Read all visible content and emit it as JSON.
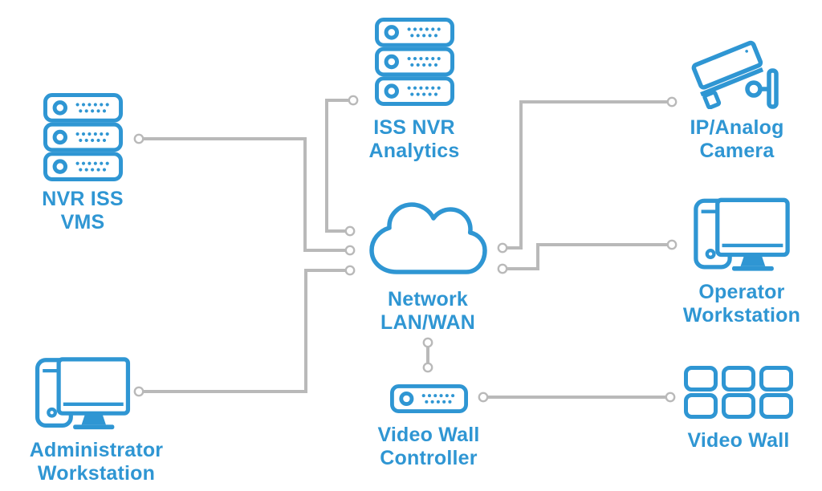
{
  "diagram": {
    "type": "network-topology",
    "description": "ISS video surveillance system topology diagram"
  },
  "colors": {
    "accent_blue": "#2F96D3",
    "connector_gray": "#B9B9B9",
    "background": "#FFFFFF"
  },
  "nodes": {
    "nvr_vms": {
      "id": "nvr-iss-vms",
      "icon": "server-stack-icon",
      "label": [
        "NVR ISS",
        "VMS"
      ]
    },
    "iss_nvr_analytics": {
      "id": "iss-nvr-analytics",
      "icon": "server-stack-icon",
      "label": [
        "ISS NVR",
        "Analytics"
      ]
    },
    "ip_analog_camera": {
      "id": "ip-analog-camera",
      "icon": "cctv-camera-icon",
      "label": [
        "IP/Analog",
        "Camera"
      ]
    },
    "network_lan_wan": {
      "id": "network-lan-wan",
      "icon": "cloud-icon",
      "label": [
        "Network",
        "LAN/WAN"
      ]
    },
    "operator_workstation": {
      "id": "operator-workstation",
      "icon": "workstation-icon",
      "label": [
        "Operator",
        "Workstation"
      ]
    },
    "administrator_workstation": {
      "id": "administrator-workstation",
      "icon": "workstation-icon",
      "label": [
        "Administrator",
        "Workstation"
      ]
    },
    "video_wall_controller": {
      "id": "video-wall-controller",
      "icon": "rack-unit-icon",
      "label": [
        "Video Wall",
        "Controller"
      ]
    },
    "video_wall": {
      "id": "video-wall",
      "icon": "video-wall-grid-icon",
      "label": [
        "Video Wall"
      ]
    }
  },
  "connections": [
    {
      "from": "nvr-iss-vms",
      "to": "network-lan-wan"
    },
    {
      "from": "iss-nvr-analytics",
      "to": "network-lan-wan"
    },
    {
      "from": "administrator-workstation",
      "to": "network-lan-wan"
    },
    {
      "from": "network-lan-wan",
      "to": "ip-analog-camera"
    },
    {
      "from": "network-lan-wan",
      "to": "operator-workstation"
    },
    {
      "from": "network-lan-wan",
      "to": "video-wall-controller"
    },
    {
      "from": "video-wall-controller",
      "to": "video-wall"
    }
  ]
}
